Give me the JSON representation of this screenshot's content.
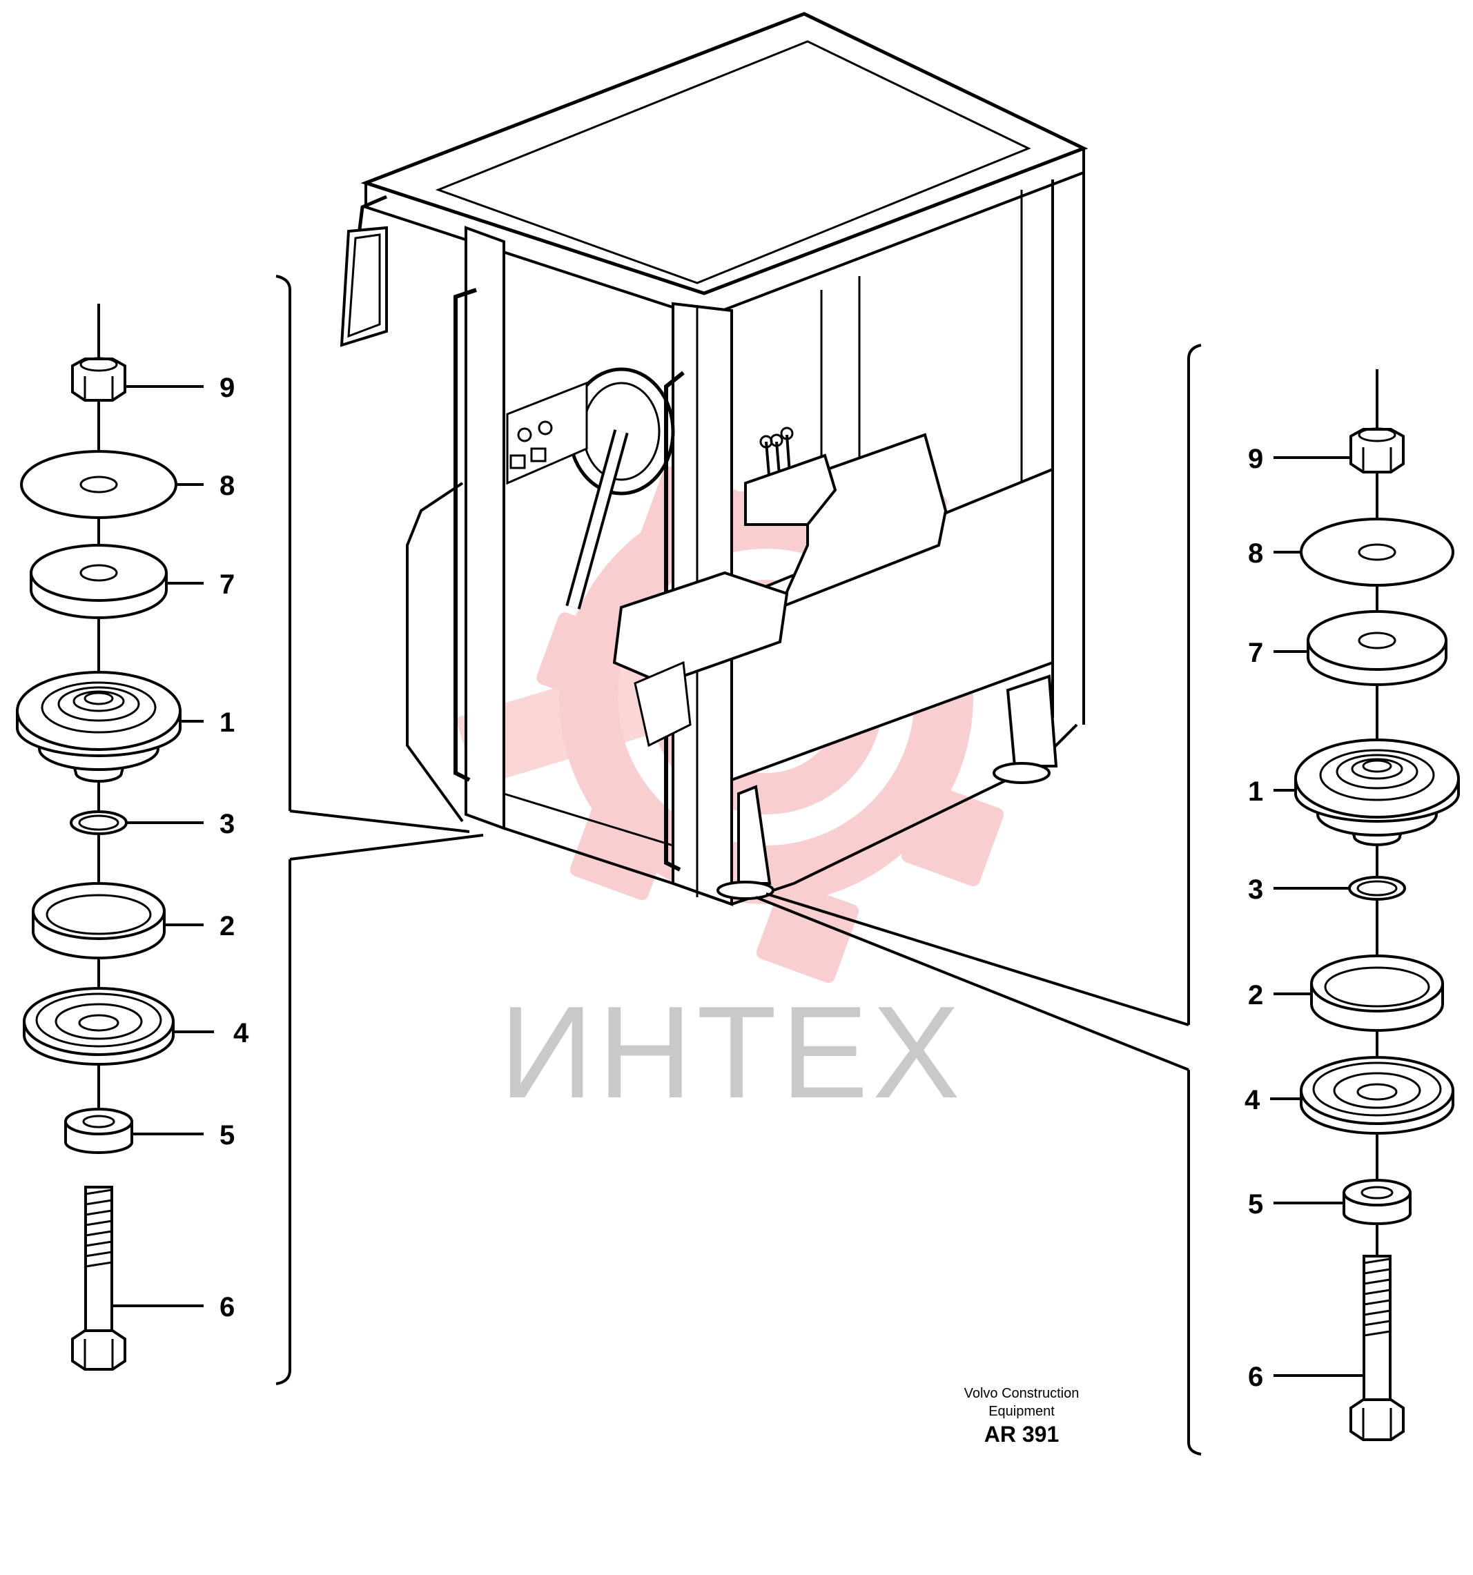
{
  "publisher": {
    "line1": "Volvo Construction",
    "line2": "Equipment",
    "code": "AR 391"
  },
  "watermark": {
    "text": "ИНТЕХ",
    "logo_color": "#f4a7a9",
    "text_color": "#c9c9c9"
  },
  "left_assembly": {
    "parts": [
      {
        "label": "9",
        "part": "nut"
      },
      {
        "label": "8",
        "part": "washer"
      },
      {
        "label": "7",
        "part": "thick-washer"
      },
      {
        "label": "1",
        "part": "rubber-mount"
      },
      {
        "label": "3",
        "part": "o-ring"
      },
      {
        "label": "2",
        "part": "ring"
      },
      {
        "label": "4",
        "part": "dished-washer"
      },
      {
        "label": "5",
        "part": "spacer"
      },
      {
        "label": "6",
        "part": "bolt"
      }
    ]
  },
  "right_assembly": {
    "parts": [
      {
        "label": "9",
        "part": "nut"
      },
      {
        "label": "8",
        "part": "washer"
      },
      {
        "label": "7",
        "part": "thick-washer"
      },
      {
        "label": "1",
        "part": "rubber-mount"
      },
      {
        "label": "3",
        "part": "o-ring"
      },
      {
        "label": "2",
        "part": "ring"
      },
      {
        "label": "4",
        "part": "dished-washer"
      },
      {
        "label": "5",
        "part": "spacer"
      },
      {
        "label": "6",
        "part": "bolt"
      }
    ]
  }
}
